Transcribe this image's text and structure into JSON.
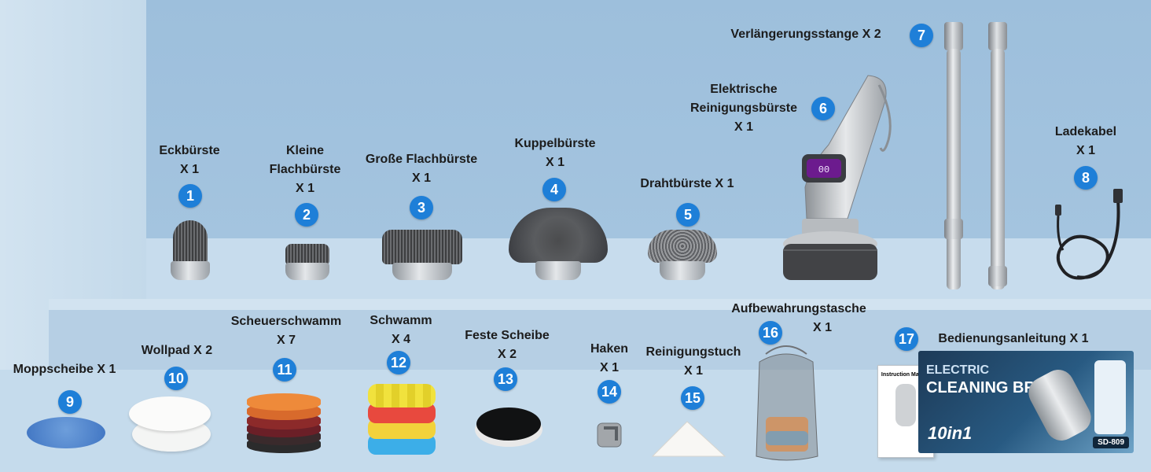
{
  "items": [
    {
      "num": "1",
      "lines": [
        "Eckbürste",
        "X 1"
      ]
    },
    {
      "num": "2",
      "lines": [
        "Kleine",
        "Flachbürste",
        "X 1"
      ]
    },
    {
      "num": "3",
      "lines": [
        "Große Flachbürste",
        "X 1"
      ]
    },
    {
      "num": "4",
      "lines": [
        "Kuppelbürste",
        "X 1"
      ]
    },
    {
      "num": "5",
      "lines": [
        "Drahtbürste X 1"
      ]
    },
    {
      "num": "6",
      "lines": [
        "Elektrische",
        "Reinigungsbürste",
        "X 1"
      ],
      "screen": "00"
    },
    {
      "num": "7",
      "lines": [
        "Verlängerungsstange X 2"
      ]
    },
    {
      "num": "8",
      "lines": [
        "Ladekabel",
        "X 1"
      ]
    },
    {
      "num": "9",
      "lines": [
        "Moppscheibe X 1"
      ]
    },
    {
      "num": "10",
      "lines": [
        "Wollpad X 2"
      ]
    },
    {
      "num": "11",
      "lines": [
        "Scheuerschwamm",
        "X 7"
      ]
    },
    {
      "num": "12",
      "lines": [
        "Schwamm",
        "X 4"
      ]
    },
    {
      "num": "13",
      "lines": [
        "Feste Scheibe",
        "X 2"
      ]
    },
    {
      "num": "14",
      "lines": [
        "Haken",
        "X 1"
      ]
    },
    {
      "num": "15",
      "lines": [
        "Reinigungstuch",
        "X 1"
      ]
    },
    {
      "num": "16",
      "lines": [
        "Aufbewahrungstasche",
        "X 1"
      ]
    },
    {
      "num": "17",
      "lines": [
        "Bedienungsanleitung X 1"
      ],
      "box_line1": "ELECTRIC",
      "box_line2": "CLEANING BRUSH",
      "box_badge": "10in1",
      "box_model": "SD-809",
      "manual_title": "Instruction Manual"
    }
  ],
  "colors": {
    "badge": "#1e7fd8",
    "wall": "#a4c4df",
    "shelf": "#c7dced"
  }
}
